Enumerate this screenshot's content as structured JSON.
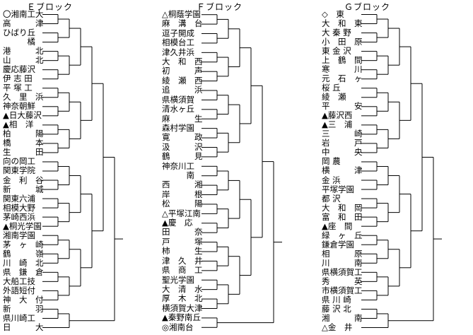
{
  "blocks": [
    {
      "title": "Ｅブロック",
      "teams": [
        "〇湘南工大",
        "高　　　津",
        "ひばり丘",
        "　　　橘",
        "港　　　北",
        "山　　　北",
        "慶応藤沢",
        "伊 志 田",
        "平 塚 工",
        "久　里　浜",
        "神奈朝鮮",
        "▲日大藤沢",
        "▲相　洋",
        "柏　　　陽",
        "橋　　　本",
        "生　　　田",
        "向の岡工",
        "関東学院",
        "金　利　谷",
        "新　　　城",
        "関東六浦",
        "相模大野",
        "茅崎西浜",
        "▲桐光学園",
        "湘南学園",
        "茅　ヶ　崎",
        "鶴　　　嶺",
        "川　崎　北",
        "県　鎌　倉",
        "大船工技",
        "外語短付",
        "神　大　付",
        "新　　　羽",
        "県川崎工",
        "日　　　大"
      ]
    },
    {
      "title": "Ｆブロック",
      "teams": [
        "△桐蔭学園",
        "麻　溝　台",
        "逗子開成",
        "相模台工",
        "津久井浜",
        "大　和　西",
        "初　　　声",
        "綾　瀬　西",
        "追　　　浜",
        "県横須賀",
        "清水ヶ丘",
        "麻　　　生",
        "森村学園",
        "寛　　　政",
        "汲　　　沢",
        "鶴　　　見",
        "神奈川工",
        "　　　南",
        "西　　　湘",
        "岸　　　根",
        "松　　　陽",
        "△平塚江南",
        "▲慶　応",
        "田　　　奈",
        "戸　　　塚",
        "柿　　　生",
        "津　久　井",
        "県　商　工",
        "聖光学園",
        "大　清　水",
        "厚　木　北",
        "横須賀大津",
        "▲秦野南丘",
        "◎湘南台"
      ]
    },
    {
      "title": "Ｇブロック",
      "teams": [
        "◇　東",
        "大　和　東",
        "大 秦 野",
        "小　田　原",
        "東 金 沢",
        "上　鶴　間",
        "寒　　　川",
        "元　石　ヶ",
        "桜 丘",
        "綾　瀬",
        "平　　　安",
        "▲藤沢西",
        "▲三　浦",
        "三　　　崎",
        "岩　　　戸",
        "中　　　央",
        "岡 農",
        "横　　　津",
        "金 浜",
        "平塚学園",
        "都 沢",
        "大　和　岡",
        "富　和　田",
        "▲座　間",
        "緑　ヶ　丘",
        "鎌倉学園",
        "相　　　原",
        "川　　　南",
        "県横須賀工",
        "秀　　　英",
        "市横須賀工",
        "県 川 崎",
        "藤 沢 北",
        "湘　　　南",
        "△金　井"
      ]
    }
  ]
}
